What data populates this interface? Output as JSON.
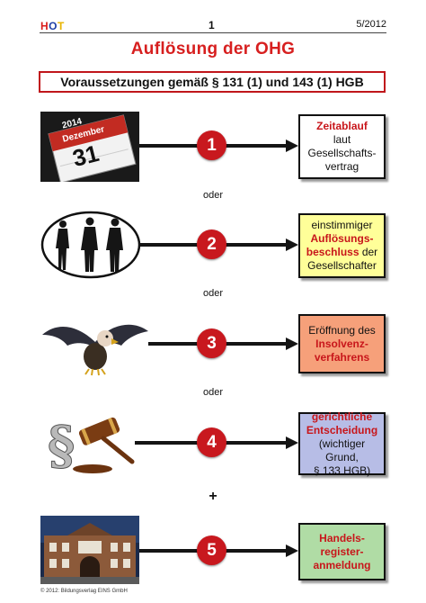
{
  "header": {
    "logo_h": "H",
    "logo_o": "O",
    "logo_t": "T",
    "page_number": "1",
    "date": "5/2012"
  },
  "title": "Auflösung der OHG",
  "subtitle": "Voraussetzungen gemäß § 131 (1) und 143 (1) HGB",
  "calendar": {
    "year": "2014",
    "month": "Dezember",
    "day": "31"
  },
  "steps": [
    {
      "number": "1",
      "box_color": "#ffffff",
      "lines": [
        {
          "text": "Zeitablauf",
          "style": "red"
        },
        {
          "text": "laut",
          "style": "normal"
        },
        {
          "text": "Gesellschafts-",
          "style": "normal"
        },
        {
          "text": "vertrag",
          "style": "normal"
        }
      ]
    },
    {
      "number": "2",
      "box_color": "#ffff99",
      "lines": [
        {
          "text": "einstimmiger",
          "style": "normal"
        },
        {
          "text": "Auflösungs-",
          "style": "red"
        },
        {
          "text": "beschluss der",
          "style": "mixed",
          "red": "beschluss",
          "rest": " der"
        },
        {
          "text": "Gesellschafter",
          "style": "normal"
        }
      ]
    },
    {
      "number": "3",
      "box_color": "#f6a07a",
      "lines": [
        {
          "text": "Eröffnung des",
          "style": "normal"
        },
        {
          "text": "Insolvenz-",
          "style": "red"
        },
        {
          "text": "verfahrens",
          "style": "red"
        }
      ]
    },
    {
      "number": "4",
      "box_color": "#b7bde6",
      "lines": [
        {
          "text": "gerichtliche",
          "style": "red"
        },
        {
          "text": "Entscheidung",
          "style": "red"
        },
        {
          "text": "(wichtiger Grund,",
          "style": "normal"
        },
        {
          "text": "§ 133 HGB)",
          "style": "normal"
        }
      ]
    },
    {
      "number": "5",
      "box_color": "#b0dca5",
      "lines": [
        {
          "text": "Handels-",
          "style": "red"
        },
        {
          "text": "register-",
          "style": "red"
        },
        {
          "text": "anmeldung",
          "style": "red"
        }
      ]
    }
  ],
  "connectors": {
    "oder": "oder",
    "plus": "+"
  },
  "footer": "© 2012: Bildungsverlag EINS GmbH",
  "colors": {
    "accent_red": "#c8181e",
    "title_red": "#d71f1f"
  },
  "icons": [
    "calendar-icon",
    "silhouettes-icon",
    "vulture-icon",
    "gavel-paragraph-icon",
    "building-icon"
  ]
}
